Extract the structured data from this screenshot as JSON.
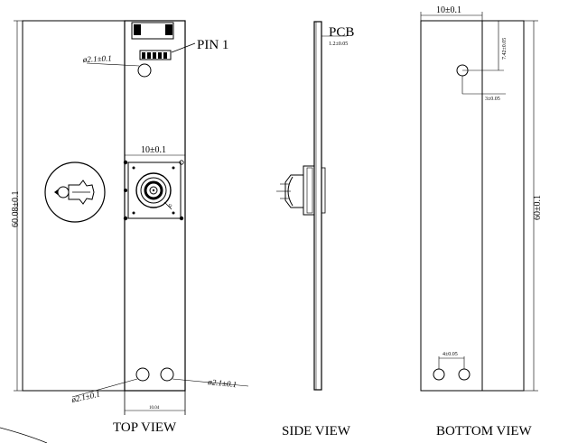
{
  "top_view": {
    "caption": "TOP VIEW",
    "pin_label": "PIN  1",
    "hole_top_dim": "ø2.1±0.1",
    "hole_bl_dim": "ø2.1±0.1",
    "hole_br_dim": "ø2.1±0.1",
    "lens_width_dim": "10±0.1",
    "total_length_dim": "60.08±0.1",
    "bottom_small_dim": "10.04"
  },
  "side_view": {
    "caption": "SIDE VIEW",
    "pcb_label": "PCB",
    "thickness_dim": "1.2±0.05"
  },
  "bottom_view": {
    "caption": "BOTTOM VIEW",
    "width_dim": "10±0.1",
    "hole_vertical_dim": "7.42±0.05",
    "hole_horizontal_dim": "3±0.05",
    "holes_spacing_dim": "4±0.05",
    "length_dim": "60±0.1"
  }
}
